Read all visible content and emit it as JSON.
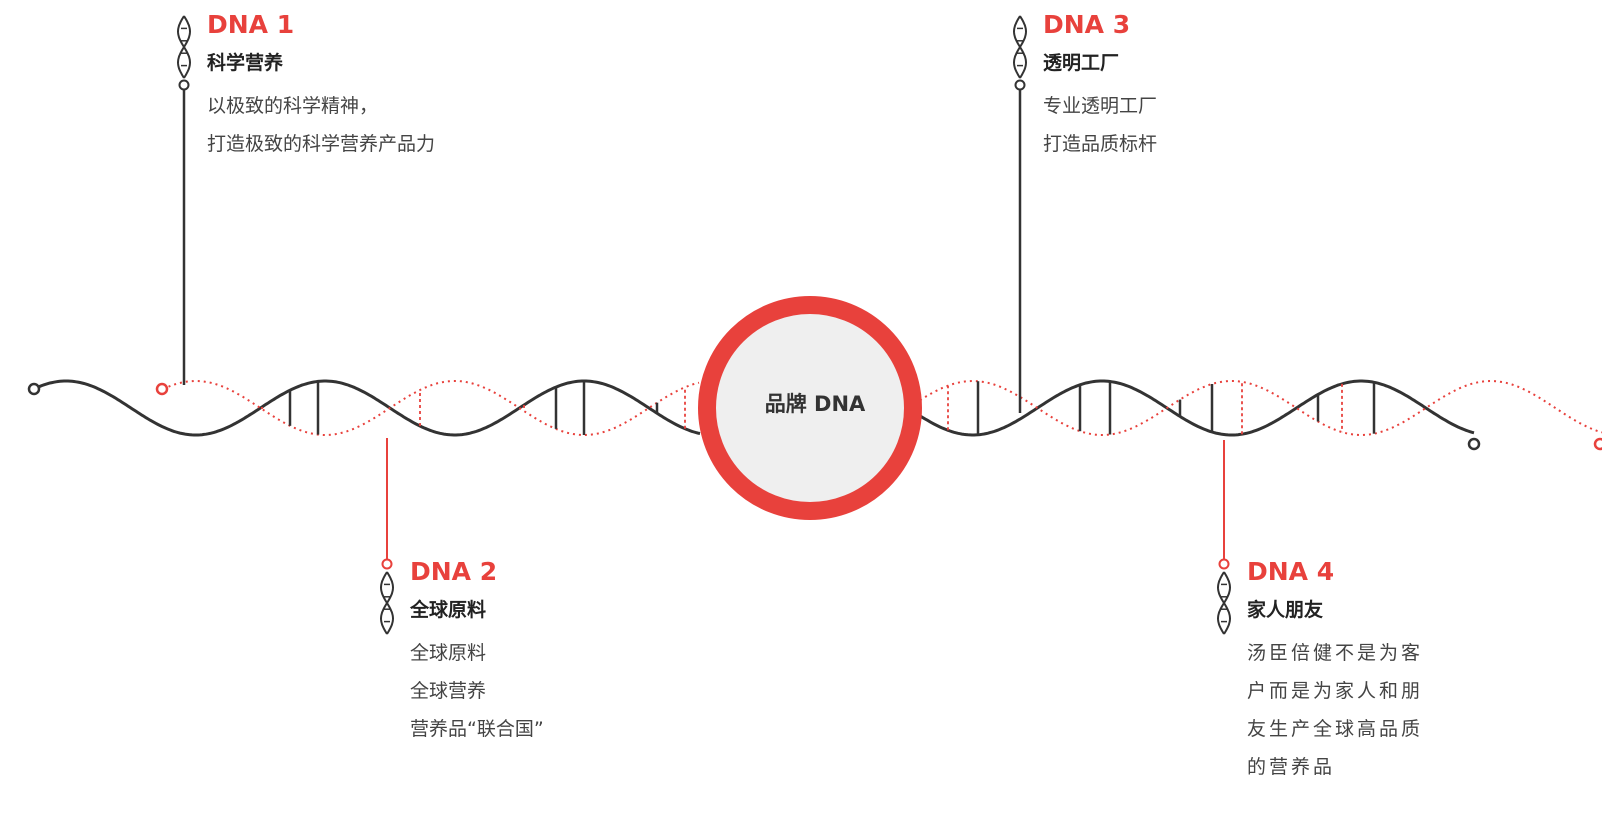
{
  "center": {
    "label": "品牌 DNA"
  },
  "dna_items": [
    {
      "title": "DNA 1",
      "subtitle": "科学营养",
      "lines": [
        "以极致的科学精神，",
        "打造极致的科学营养产品力"
      ]
    },
    {
      "title": "DNA 2",
      "subtitle": "全球原料",
      "lines": [
        "全球原料",
        "全球营养",
        "营养品“联合国”"
      ]
    },
    {
      "title": "DNA 3",
      "subtitle": "透明工厂",
      "lines": [
        "专业透明工厂",
        "打造品质标杆"
      ]
    },
    {
      "title": "DNA 4",
      "subtitle": "家人朋友",
      "lines": [
        "汤臣倍健不是为客",
        "户而是为家人和朋",
        "友生产全球高品质",
        "的营养品"
      ]
    }
  ],
  "colors": {
    "accent": "#e8413c",
    "strand": "#333333",
    "circle_fill": "#efefef",
    "circle_ring": "#e8413c"
  },
  "icons": [
    "dna-icon",
    "dna-helix-strand-icon"
  ]
}
